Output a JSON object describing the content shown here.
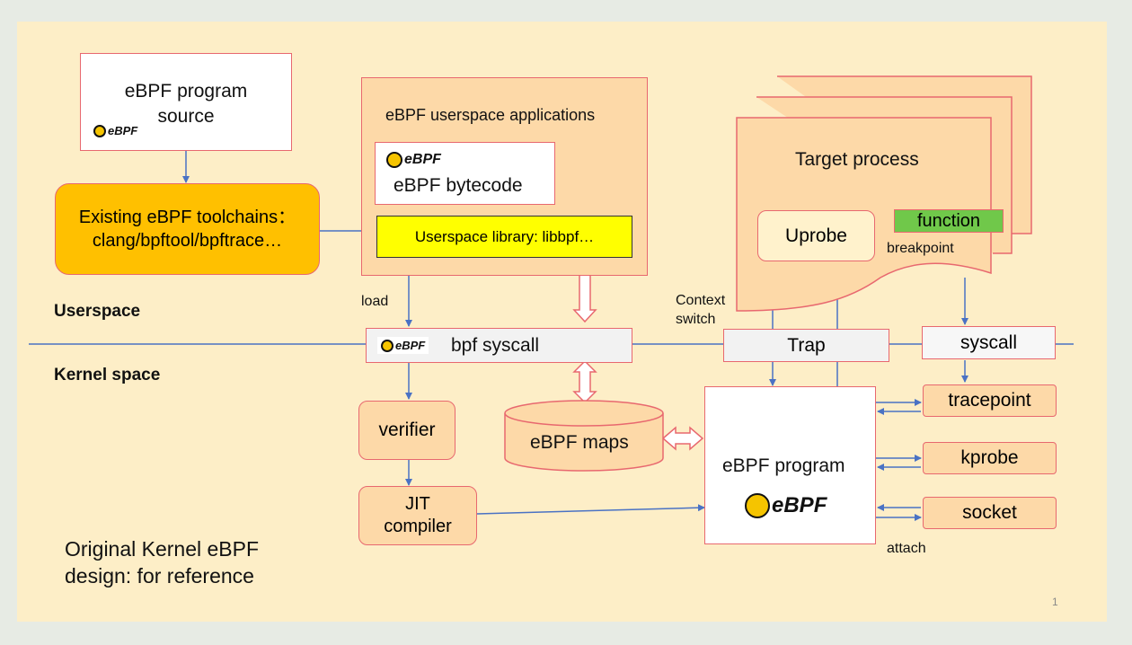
{
  "nodes": {
    "source": "eBPF program source",
    "source_line1": "eBPF program",
    "source_line2": "source",
    "toolchains_line1": "Existing eBPF toolchains：",
    "toolchains_line2": "clang/bpftool/bpftrace…",
    "userspace_apps": "eBPF userspace applications",
    "bytecode": "eBPF bytecode",
    "libbpf": "Userspace library: libbpf…",
    "target_process": "Target process",
    "uprobe": "Uprobe",
    "function": "function",
    "breakpoint": "breakpoint",
    "bpf_syscall": "bpf syscall",
    "trap": "Trap",
    "syscall": "syscall",
    "tracepoint": "tracepoint",
    "kprobe": "kprobe",
    "socket": "socket",
    "verifier": "verifier",
    "jit_line1": "JIT",
    "jit_line2": "compiler",
    "maps": "eBPF maps",
    "ebpf_program": "eBPF program"
  },
  "labels": {
    "userspace": "Userspace",
    "kernel_space": "Kernel space",
    "load": "load",
    "context_switch_line1": "Context",
    "context_switch_line2": "switch",
    "attach": "attach"
  },
  "logo_text": "eBPF",
  "footer_line1": "Original Kernel eBPF",
  "footer_line2": "design: for reference",
  "page_number": "1",
  "colors": {
    "slide_bg": "#fdeec7",
    "peach": "#fdd9a8",
    "toolchain_orange": "#ffc000",
    "libbpf_yellow": "#ffff00",
    "function_green": "#70c84a",
    "line_blue": "#4a72c4",
    "border_red": "#e8686f"
  }
}
